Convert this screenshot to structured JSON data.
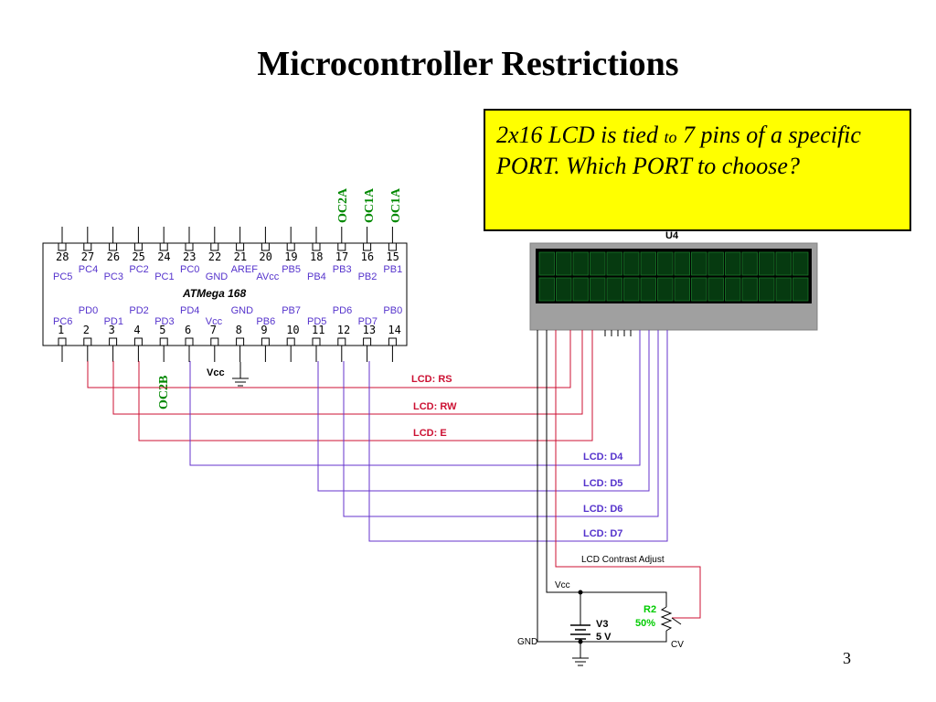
{
  "title": "Microcontroller Restrictions",
  "callout": {
    "part1": "2x16 LCD is tied ",
    "part2": "to",
    "part3": " 7 pins of a specific PORT.  Which PORT to choose?"
  },
  "page_number": "3",
  "chip": {
    "name": "ATMega 168",
    "top_pins": [
      {
        "num": "28",
        "name": "PC5"
      },
      {
        "num": "27",
        "name": "PC4"
      },
      {
        "num": "26",
        "name": "PC3"
      },
      {
        "num": "25",
        "name": "PC2"
      },
      {
        "num": "24",
        "name": "PC1"
      },
      {
        "num": "23",
        "name": "PC0"
      },
      {
        "num": "22",
        "name": "GND"
      },
      {
        "num": "21",
        "name": "AREF"
      },
      {
        "num": "20",
        "name": "AVcc"
      },
      {
        "num": "19",
        "name": "PB5"
      },
      {
        "num": "18",
        "name": "PB4"
      },
      {
        "num": "17",
        "name": "PB3"
      },
      {
        "num": "16",
        "name": "PB2"
      },
      {
        "num": "15",
        "name": "PB1"
      }
    ],
    "bottom_pins": [
      {
        "num": "1",
        "name": "PC6"
      },
      {
        "num": "2",
        "name": "PD0"
      },
      {
        "num": "3",
        "name": "PD1"
      },
      {
        "num": "4",
        "name": "PD2"
      },
      {
        "num": "5",
        "name": "PD3"
      },
      {
        "num": "6",
        "name": "PD4"
      },
      {
        "num": "7",
        "name": "Vcc"
      },
      {
        "num": "8",
        "name": "GND"
      },
      {
        "num": "9",
        "name": "PB6"
      },
      {
        "num": "10",
        "name": "PB7"
      },
      {
        "num": "11",
        "name": "PD5"
      },
      {
        "num": "12",
        "name": "PD6"
      },
      {
        "num": "13",
        "name": "PD7"
      },
      {
        "num": "14",
        "name": "PB0"
      }
    ]
  },
  "pwm_labels": {
    "oc2a": "OC2A",
    "oc1a_1": "OC1A",
    "oc1a_2": "OC1A",
    "oc2b": "OC2B"
  },
  "lcd": {
    "ref": "U4"
  },
  "nets": {
    "rs": "LCD: RS",
    "rw": "LCD: RW",
    "e": "LCD: E",
    "d4": "LCD: D4",
    "d5": "LCD: D5",
    "d6": "LCD: D6",
    "d7": "LCD: D7",
    "contrast": "LCD Contrast Adjust",
    "vcc_chip": "Vcc",
    "vcc_supply": "Vcc",
    "gnd": "GND",
    "cv": "CV"
  },
  "battery": {
    "ref": "V3",
    "value": "5 V"
  },
  "pot": {
    "ref": "R2",
    "value": "50%"
  },
  "colors": {
    "red_wire": "#cc1133",
    "purple_wire": "#6633cc",
    "signal_green": "#008800",
    "callout_bg": "#ffff00"
  }
}
